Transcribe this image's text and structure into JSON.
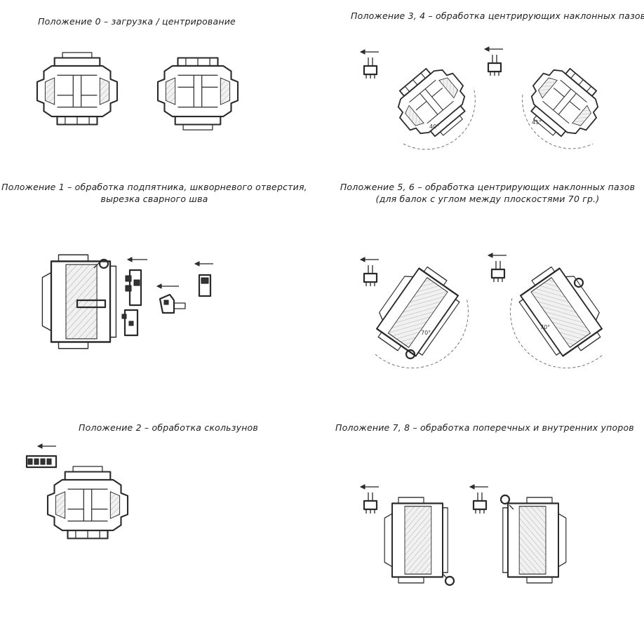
{
  "captions": {
    "pos0": "Положение 0 – загрузка / центрирование",
    "pos34": "Положение 3, 4 – обработка центрирующих наклонных пазов",
    "pos1_line1": "Положение 1 – обработка подпятника, шкворневого отверстия,",
    "pos1_line2": "вырезка сварного шва",
    "pos56_line1": "Положение 5, 6 – обработка центрирующих наклонных пазов",
    "pos56_line2": "(для балок с углом между плоскостями 70 гр.)",
    "pos2": "Положение 2 – обработка скользунов",
    "pos78": "Положение 7, 8 – обработка поперечных и внутренних упоров"
  },
  "angles": {
    "a1": "40°",
    "a2": "45°",
    "a3": "70°",
    "a4": "70°"
  },
  "icons": [
    "spindle-tool-icon",
    "cutter-head-icon",
    "direction-arrow-icon"
  ]
}
